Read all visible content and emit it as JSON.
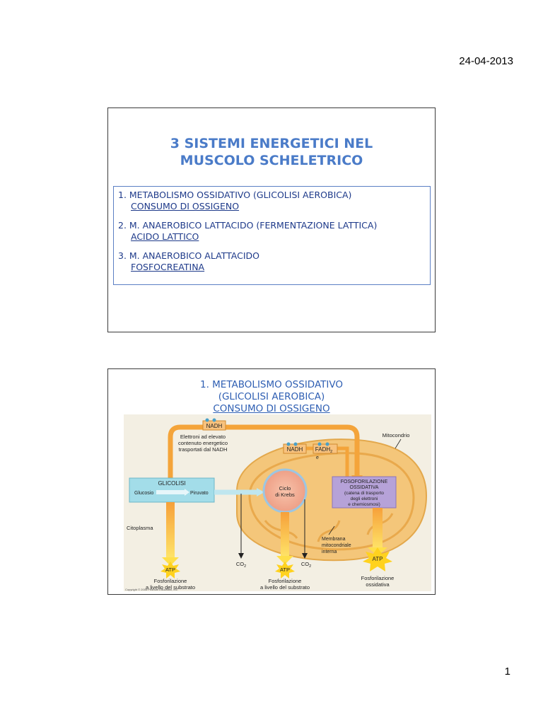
{
  "header": {
    "date": "24-04-2013"
  },
  "footer": {
    "page_number": "1"
  },
  "slide1": {
    "title_lines": [
      "3 SISTEMI ENERGETICI NEL",
      "MUSCOLO SCHELETRICO"
    ],
    "items": [
      {
        "main": "1. METABOLISMO OSSIDATIVO (GLICOLISI AEROBICA)",
        "sub": "CONSUMO DI OSSIGENO"
      },
      {
        "main": "2. M. ANAEROBICO LATTACIDO (FERMENTAZIONE LATTICA)",
        "sub": "ACIDO LATTICO"
      },
      {
        "main": "3. M. ANAEROBICO ALATTACIDO",
        "sub": "FOSFOCREATINA"
      }
    ]
  },
  "slide2": {
    "title_lines": [
      "1. METABOLISMO OSSIDATIVO",
      "(GLICOLISI AEROBICA)",
      "CONSUMO DI OSSIGENO"
    ],
    "diagram": {
      "nadh_top": "NADH",
      "electrons_label": [
        "Elettroni ad elevato",
        "contenuto energetico",
        "trasportati dal NADH"
      ],
      "mitochondrion": "Mitocondrio",
      "nadh_mito": "NADH",
      "fadh2": "FADH",
      "fadh2_sub": "2",
      "e_symbol": "e",
      "glycolysis": "GLICOLISI",
      "glucose": "Glucosio",
      "pyruvate": "Piruvato",
      "krebs": [
        "Ciclo",
        "di Krebs"
      ],
      "oxphos": [
        "FOSOFORILAZIONE",
        "OSSIDATIVA",
        "(catena di trasporto",
        "degli elettroni",
        "e chemiosmosi)"
      ],
      "cytoplasm": "Citoplasma",
      "membrane": [
        "Membrana",
        "mitocondriale",
        "interna"
      ],
      "co2": "CO",
      "co2_sub": "2",
      "atp": "ATP",
      "substrate_phos": [
        "Fosforilazione",
        "a livello del substrato"
      ],
      "oxidative_phos": [
        "Fosforilazione",
        "ossidativa"
      ],
      "copyright": "Copyright © 2006 Pearson Education, Inc."
    },
    "colors": {
      "arrow": "#f4a43a",
      "mito": "#f2c070",
      "krebs": "#f1b39a",
      "glycolysis": "#9fdcea",
      "oxphos": "#b6a2d8",
      "atp": "#ffd21f"
    }
  }
}
